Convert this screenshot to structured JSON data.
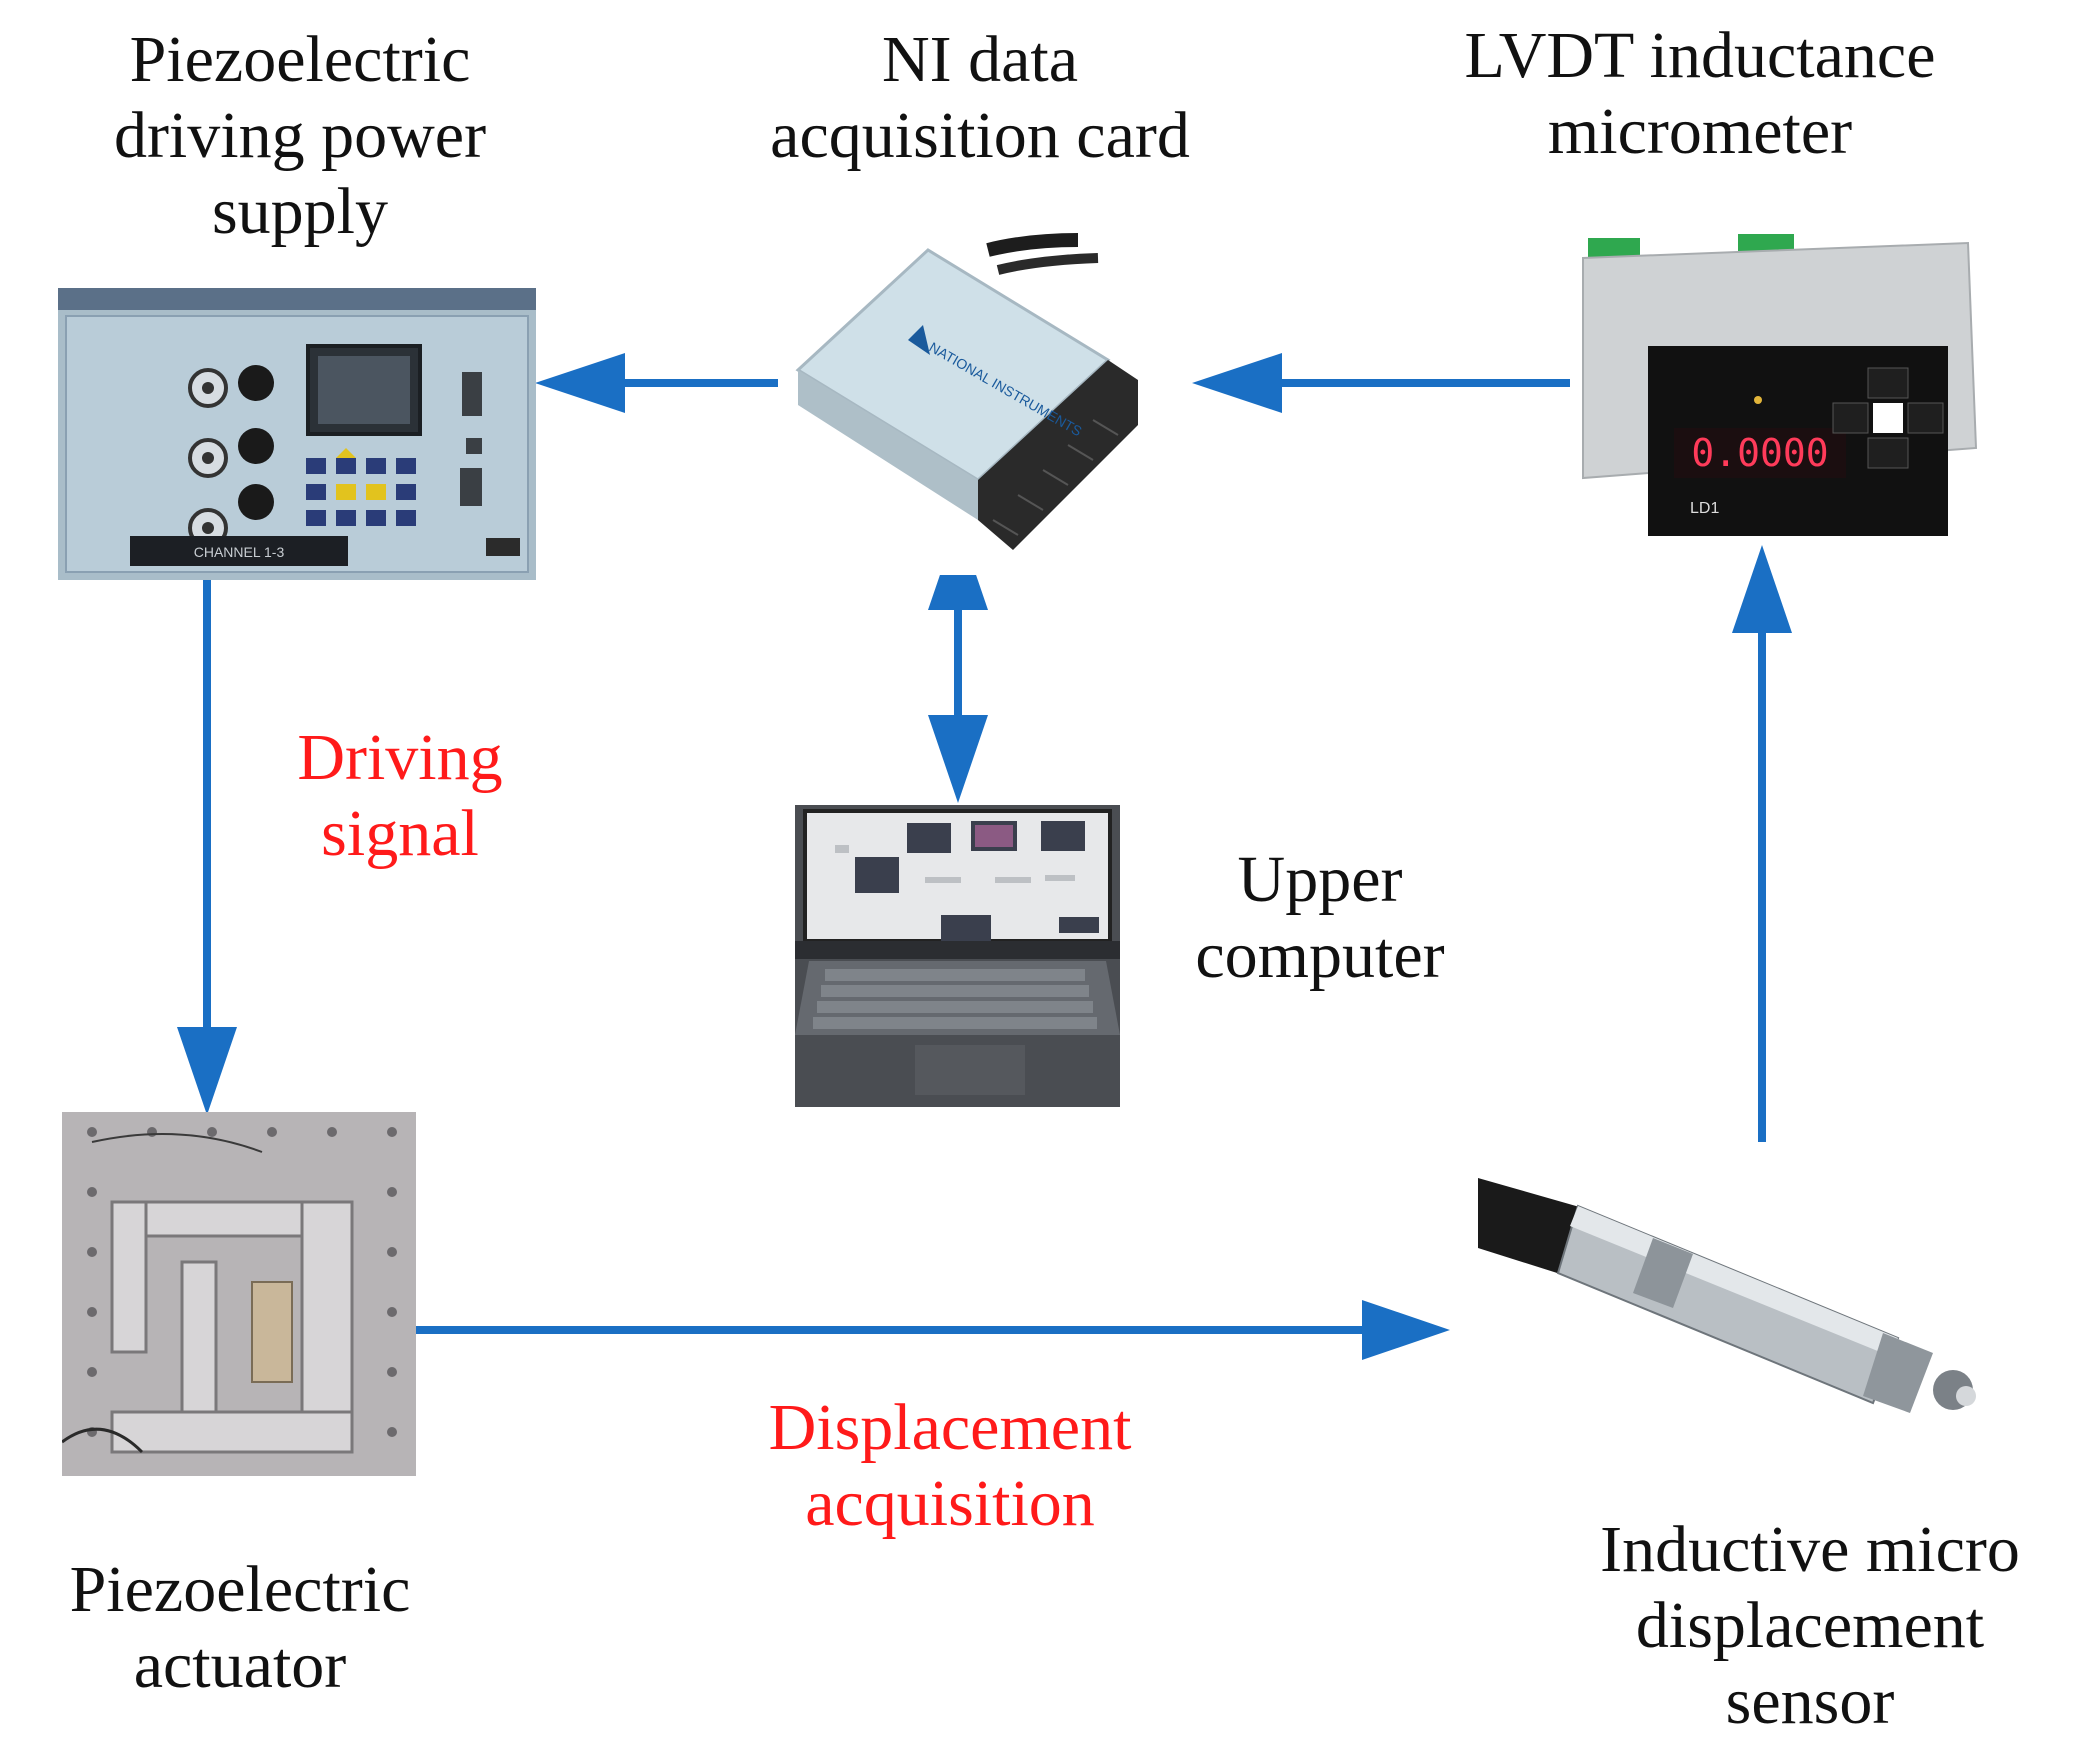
{
  "labels": {
    "power_supply": "Piezoelectric\ndriving power\nsupply",
    "ni_card": "NI  data\nacquisition card",
    "lvdt": "LVDT inductance\nmicrometer",
    "driving_signal": "Driving\nsignal",
    "upper_computer": "Upper\ncomputer",
    "actuator": "Piezoelectric\nactuator",
    "displacement_acquisition": "Displacement\nacquisition",
    "sensor": "Inductive micro\ndisplacement\nsensor"
  },
  "device_text": {
    "ni_brand": "NATIONAL INSTRUMENTS",
    "lvdt_display": "0.0000",
    "lvdt_model": "LD1",
    "channel": "CHANNEL 1-3"
  },
  "colors": {
    "arrow": "#1a6fc4",
    "label_red": "#ff1a1a"
  }
}
